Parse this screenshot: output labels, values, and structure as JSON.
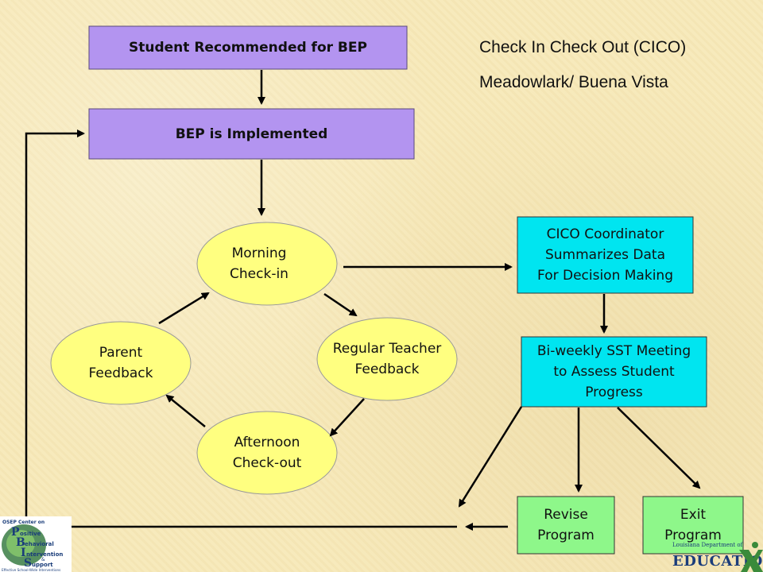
{
  "header": {
    "line1": "Check In Check Out (CICO)",
    "line2": "Meadowlark/ Buena Vista"
  },
  "nodes": {
    "recommended": "Student Recommended for BEP",
    "implemented": "BEP is Implemented",
    "morning": "Morning\nCheck-in",
    "teacher": "Regular Teacher\nFeedback",
    "afternoon": "Afternoon\nCheck-out",
    "parent": "Parent\nFeedback",
    "coordinator": "CICO Coordinator\nSummarizes Data\nFor Decision Making",
    "sst": "Bi-weekly  SST Meeting\nto Assess Student\nProgress",
    "revise": "Revise\nProgram",
    "exit": "Exit\nProgram"
  },
  "logos": {
    "pbis": {
      "top_text": "OSEP Center on",
      "letters": [
        "P",
        "B",
        "I",
        "S"
      ],
      "words": [
        "ositive",
        "ehavioral",
        "ntervention",
        "upport"
      ],
      "ampersand": "&",
      "bottom_text": "Effective School-Wide Interventions"
    },
    "education": {
      "small_text": "Louisiana Department of",
      "word": "EDUCATION"
    }
  },
  "colors": {
    "purple_box": "#b394f0",
    "oval_fill": "#ffff80",
    "cyan_box": "#00e5f0",
    "green_box": "#8ef78a",
    "arrow": "#000000",
    "background": "#f7e9b9"
  }
}
